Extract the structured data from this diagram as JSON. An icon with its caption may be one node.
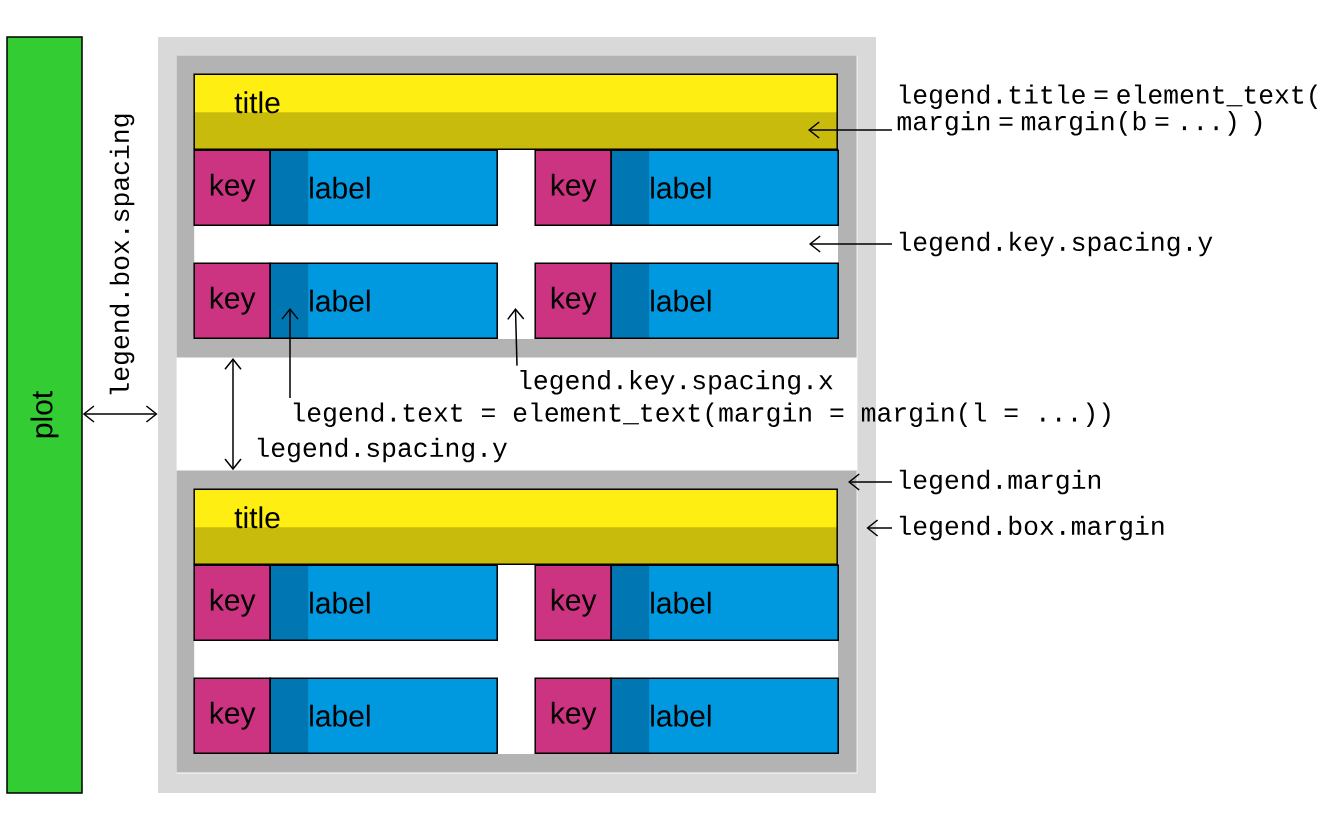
{
  "diagram": {
    "nodes": [
      {
        "text": [
          "plot"
        ]
      },
      {
        "text": [],
        "shape": "box"
      },
      {
        "text": [],
        "shape": "box",
        "in": 1
      },
      {
        "text": [
          "title"
        ],
        "in": 2
      },
      {
        "text": [
          "key"
        ],
        "in": 2
      },
      {
        "text": [
          "label"
        ],
        "in": 2
      },
      {
        "text": [
          "key"
        ],
        "in": 2
      },
      {
        "text": [
          "label"
        ],
        "in": 2
      },
      {
        "text": [
          "key"
        ],
        "in": 2
      },
      {
        "text": [
          "label"
        ],
        "in": 2
      },
      {
        "text": [
          "key"
        ],
        "in": 2
      },
      {
        "text": [
          "label"
        ],
        "in": 2
      },
      {
        "text": [],
        "shape": "box",
        "in": 1
      },
      {
        "text": [
          "title"
        ],
        "in": 12
      },
      {
        "text": [
          "key"
        ],
        "in": 12
      },
      {
        "text": [
          "label"
        ],
        "in": 12
      },
      {
        "text": [
          "key"
        ],
        "in": 12
      },
      {
        "text": [
          "label"
        ],
        "in": 12
      },
      {
        "text": [
          "key"
        ],
        "in": 12
      },
      {
        "text": [
          "label"
        ],
        "in": 12
      },
      {
        "text": [
          "key"
        ],
        "in": 12
      },
      {
        "text": [
          "label"
        ],
        "in": 12
      },
      {
        "text": [
          "legend.title = element_text( margin = margin(b = ...) )"
        ]
      },
      {
        "text": [
          "legend.key.spacing.y"
        ]
      },
      {
        "text": [
          "legend.key.spacing.x"
        ],
        "in": 1
      },
      {
        "text": [
          "legend.text = element_text(margin = margin(l = ...))"
        ]
      },
      {
        "text": [
          "legend.margin"
        ]
      },
      {
        "text": [
          "legend.box.margin"
        ]
      }
    ],
    "edges": [
      {
        "from": 0,
        "to": 1,
        "arrow": "both",
        "label": "legend.box.spacing"
      },
      {
        "from": 2,
        "to": 12,
        "arrow": "both",
        "label": "legend.spacing.y"
      },
      {
        "from": 22,
        "to": 3,
        "arrow": "to"
      },
      {
        "from": 23,
        "to": 7,
        "arrow": "to"
      },
      {
        "from": 24,
        "to": 10,
        "arrow": "to"
      },
      {
        "from": 25,
        "to": 9,
        "arrow": "to"
      },
      {
        "from": 26,
        "to": 12,
        "arrow": "to"
      },
      {
        "from": 27,
        "to": 1,
        "arrow": "to"
      }
    ]
  }
}
